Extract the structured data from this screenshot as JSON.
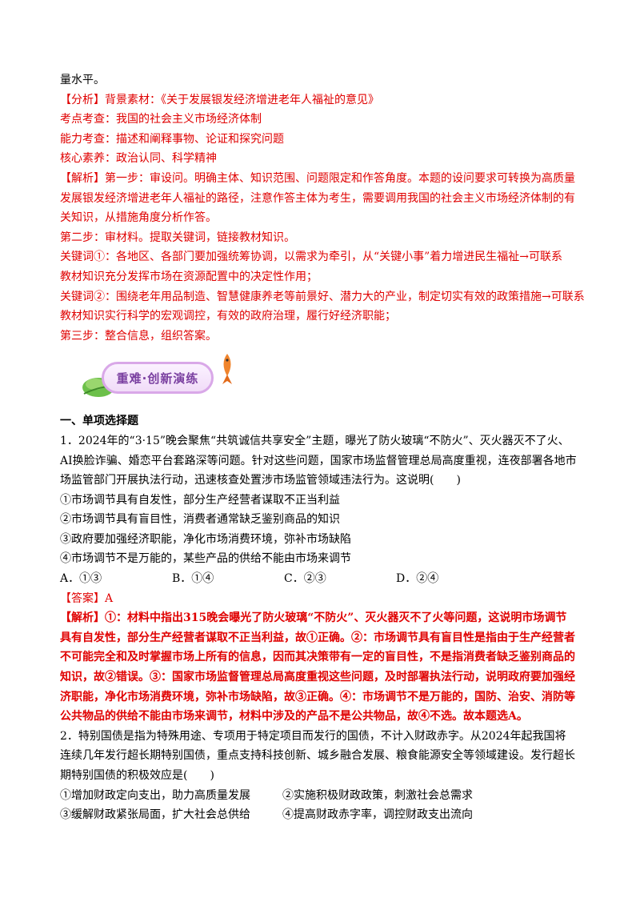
{
  "top_block": {
    "line1": "量水平。",
    "line2": "【分析】背景素材：《关于发展银发经济增进老年人福祉的意见》",
    "line3": "考点考查：我国的社会主义市场经济体制",
    "line4": "能力考查：描述和阐释事物、论证和探究问题",
    "line5": "核心素养：政治认同、科学精神",
    "line6": "【解析】第一步：审设问。明确主体、知识范围、问题限定和作答角度。本题的设问要求可转换为高质量",
    "line7": "发展银发经济增进老年人福祉的路径，注意作答主体为考生，需要调用我国的社会主义市场经济体制的有",
    "line8": "关知识，从措施角度分析作答。",
    "line9": "第二步：审材料。提取关键词，链接教材知识。",
    "line10": "关键词①：各地区、各部门要加强统筹协调，以需求为牵引，从“关键小事”着力增进民生福祉→可联系",
    "line11": "教材知识充分发挥市场在资源配置中的决定性作用；",
    "line12": "关键词②：围绕老年用品制造、智慧健康养老等前景好、潜力大的产业，制定切实有效的政策措施→可联系",
    "line13": "教材知识实行科学的宏观调控，有效的政府治理，履行好经济职能；",
    "line14": "第三步：整合信息，组织答案。"
  },
  "banner": {
    "label": "重难·创新演练"
  },
  "section": {
    "title": "一、单项选择题"
  },
  "q1": {
    "stem1": "1．2024年的“3·15”晚会聚焦“共筑诚信共享安全”主题，曝光了防火玻璃“不防火”、灭火器灭不了火、",
    "stem2": "AI换脸诈骗、婚恋平台套路深等问题。针对这些问题，国家市场监督管理总局高度重视，连夜部署各地市",
    "stem3": "场监管部门开展执法行动，迅速核查处置涉市场监管领域违法行为。这说明(　　)",
    "s1": "①市场调节具有自发性，部分生产经营者谋取不正当利益",
    "s2": "②市场调节具有盲目性，消费者通常缺乏鉴别商品的知识",
    "s3": "③政府要加强经济职能，净化市场消费环境，弥补市场缺陷",
    "s4": "④市场调节不是万能的，某些产品的供给不能由市场来调节",
    "optA": "A．①③",
    "optB": "B．①④",
    "optC": "C．②③",
    "optD": "D．②④",
    "answer": "【答案】A",
    "exp1": "【解析】①：材料中指出315晚会曝光了防火玻璃“不防火”、灭火器灭不了火等问题，这说明市场调节",
    "exp2": "具有自发性，部分生产经营者谋取不正当利益，故①正确。②：市场调节具有盲目性是指由于生产经营者",
    "exp3": "不可能完全和及时掌握市场上所有的信息，因而其决策带有一定的盲目性，不是指消费者缺乏鉴别商品的",
    "exp4": "知识，故②错误。③：国家市场监督管理总局高度重视这些问题，及时部署执法行动，说明政府要加强经",
    "exp5": "济职能，净化市场消费环境，弥补市场缺陷，故③正确。④：市场调节不是万能的，国防、治安、消防等",
    "exp6": "公共物品的供给不能由市场来调节，材料中涉及的产品不是公共物品，故④不选。故本题选A。"
  },
  "q2": {
    "stem1": "2．特别国债是指为特殊用途、专项用于特定项目而发行的国债，不计入财政赤字。从2024年起我国将",
    "stem2": "连续几年发行超长期特别国债，重点支持科技创新、城乡融合发展、粮食能源安全等领域建设。发行超长",
    "stem3": "期特别国债的积极效应是(　　)",
    "s1": "①增加财政定向支出，助力高质量发展",
    "s2": "②实施积极财政政策，刺激社会总需求",
    "s3": "③缓解财政紧张局面，扩大社会总供给",
    "s4": "④提高财政赤字率，调控财政支出流向"
  },
  "colors": {
    "explanation_red": "#e00000",
    "banner_purple": "#7a3fa0"
  },
  "icons": [
    "leaf-icon",
    "fish-icon"
  ]
}
